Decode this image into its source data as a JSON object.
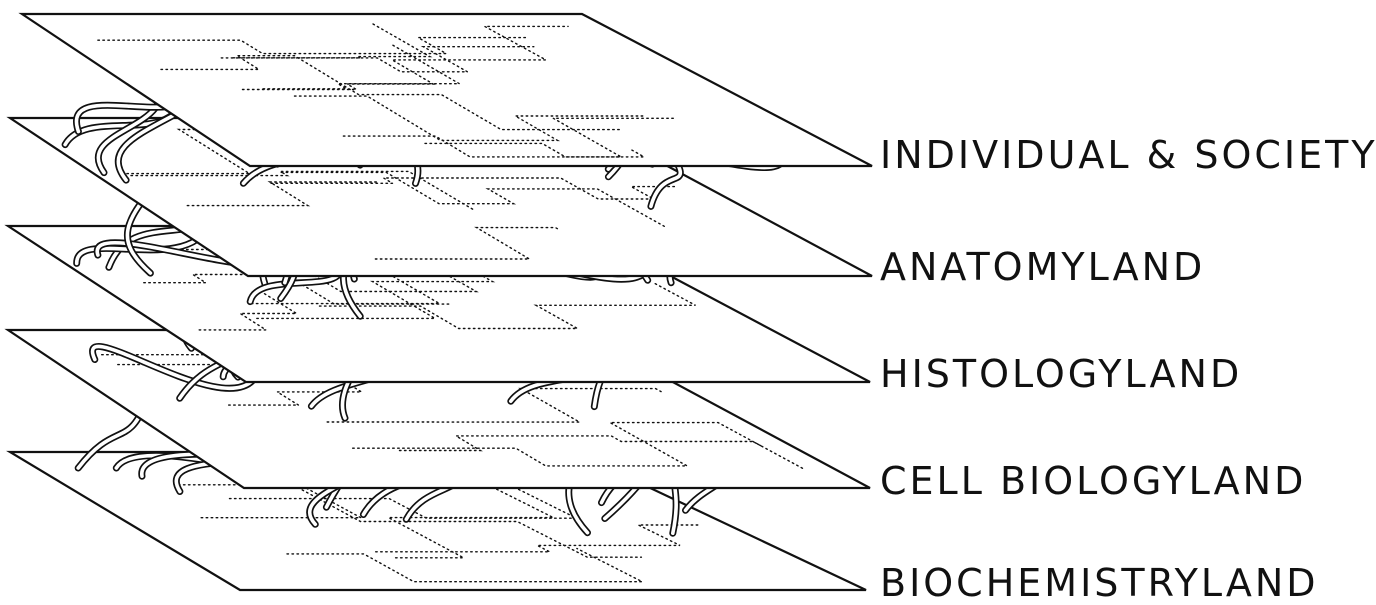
{
  "diagram": {
    "layers": [
      {
        "label": "INDIVIDUAL & SOCIETY"
      },
      {
        "label": "ANATOMYLAND"
      },
      {
        "label": "HISTOLOGYLAND"
      },
      {
        "label": "CELL BIOLOGYLAND"
      },
      {
        "label": "BIOCHEMISTRYLAND"
      }
    ]
  },
  "colors": {
    "ink": "#111111",
    "paper": "#ffffff"
  }
}
